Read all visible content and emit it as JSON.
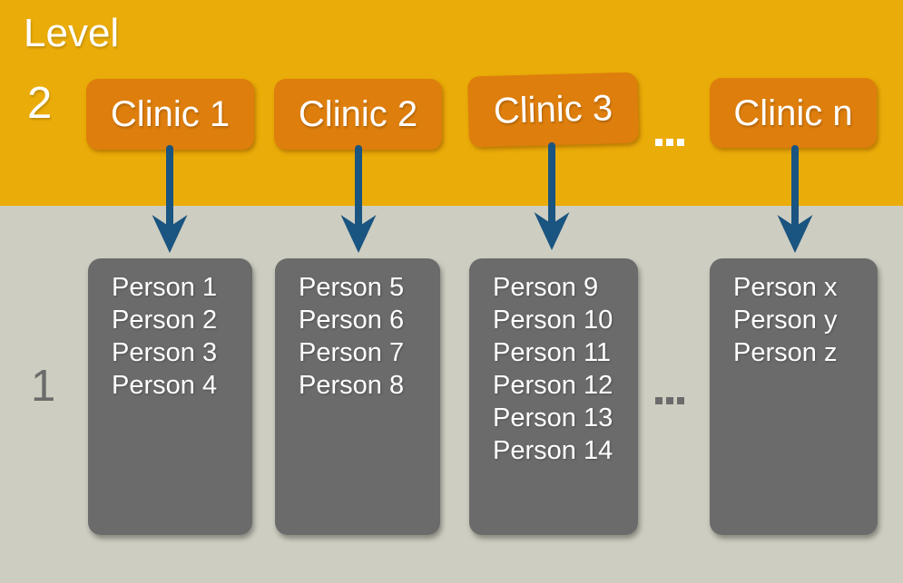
{
  "diagram": {
    "level_label": "Level",
    "level2_label": "2",
    "level1_label": "1",
    "ellipsis": "...",
    "clinics": [
      "Clinic 1",
      "Clinic 2",
      "Clinic 3",
      "Clinic n"
    ],
    "groups": [
      [
        "Person 1",
        "Person 2",
        "Person 3",
        "Person 4"
      ],
      [
        "Person 5",
        "Person 6",
        "Person 7",
        "Person 8"
      ],
      [
        "Person 9",
        "Person 10",
        "Person 11",
        "Person 12",
        "Person 13",
        "Person 14"
      ],
      [
        "Person x",
        "Person y",
        "Person z"
      ]
    ],
    "colors": {
      "level2_band": "#EAAC08",
      "level1_band": "#CDCDC1",
      "clinic_box": "#DE7E0C",
      "person_box": "#6B6B6B",
      "arrow": "#1A5480",
      "label_light": "#FFFFFF",
      "level1_label": "#6B6B6B"
    }
  }
}
